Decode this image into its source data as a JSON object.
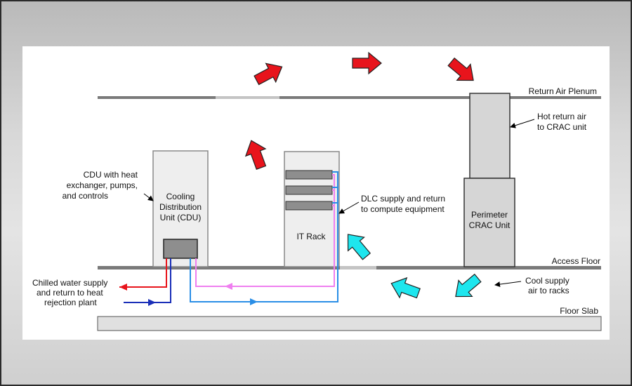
{
  "labels": {
    "return_air_plenum": "Return Air Plenum",
    "access_floor": "Access Floor",
    "floor_slab": "Floor Slab",
    "hot_return_1": "Hot return air",
    "hot_return_2": "to CRAC unit",
    "crac_1": "Perimeter",
    "crac_2": "CRAC Unit",
    "cdu_note_1": "CDU with heat",
    "cdu_note_2": "exchanger, pumps,",
    "cdu_note_3": "and controls",
    "cdu_1": "Cooling",
    "cdu_2": "Distribution",
    "cdu_3": "Unit (CDU)",
    "it_rack": "IT Rack",
    "dlc_1": "DLC supply and return",
    "dlc_2": "to compute equipment",
    "chilled_1": "Chilled water supply",
    "chilled_2": "and return to heat",
    "chilled_3": "rejection plant",
    "cool_1": "Cool supply",
    "cool_2": "air to racks"
  },
  "colors": {
    "hot_air": "#e8141c",
    "cool_air": "#1ee6ee",
    "supply_line_red": "#e8141c",
    "supply_line_blue": "#1a2fb8",
    "loop_pink": "#ef7ff0",
    "loop_blue": "#2a8ee6",
    "unit_fill": "#d6d6d6",
    "unit_stroke": "#333333"
  }
}
